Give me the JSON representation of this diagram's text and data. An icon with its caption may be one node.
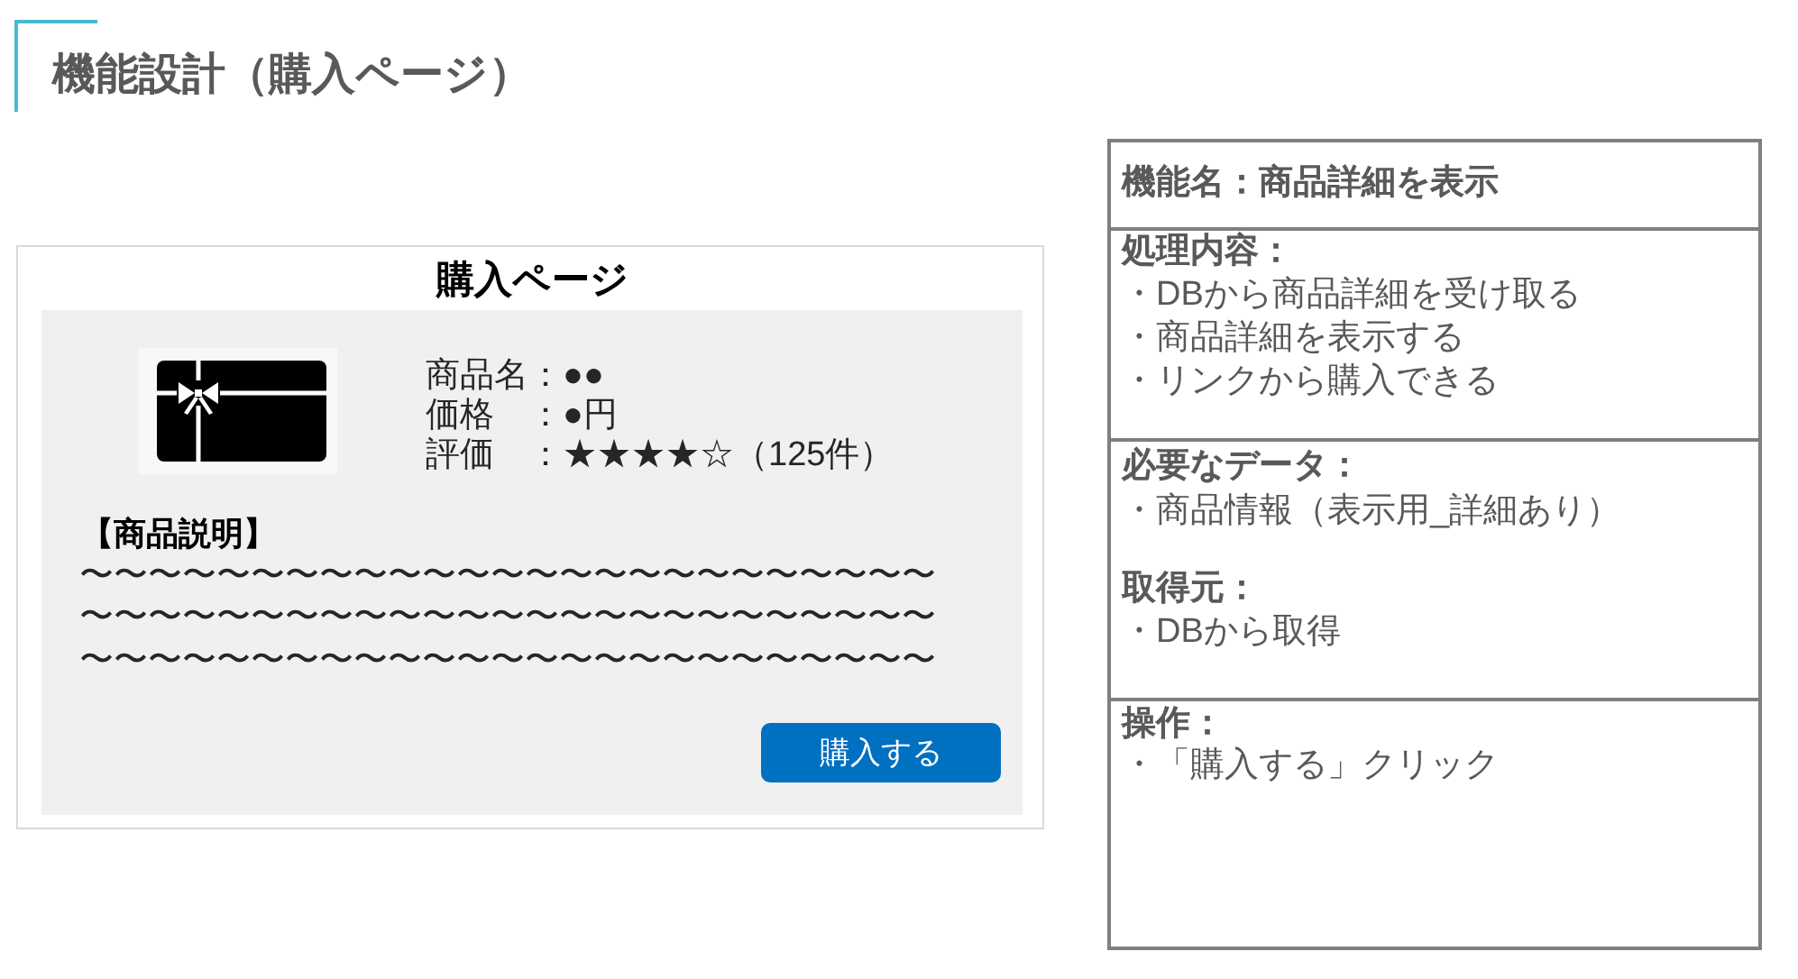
{
  "diagram": {
    "title": "機能設計（購入ページ）",
    "nodes": [
      {
        "text": [
          "購入ページ"
        ]
      },
      {
        "text": [
          "商品名：●●",
          "価格　：●円",
          "評価　：★★★★☆（125件）",
          "【商品説明】",
          "〜〜〜〜〜〜〜〜〜〜〜〜〜〜〜〜〜〜〜〜〜〜〜〜〜",
          "〜〜〜〜〜〜〜〜〜〜〜〜〜〜〜〜〜〜〜〜〜〜〜〜〜",
          "〜〜〜〜〜〜〜〜〜〜〜〜〜〜〜〜〜〜〜〜〜〜〜〜〜"
        ],
        "in": 0
      },
      {
        "text": [
          "購入する"
        ],
        "in": 1
      },
      {
        "text": [
          "機能名：商品詳細を表示"
        ]
      },
      {
        "text": [
          "処理内容：",
          "・DBから商品詳細を受け取る",
          "・商品詳細を表示する",
          "・リンクから購入できる"
        ]
      },
      {
        "text": [
          "必要なデータ：",
          "・商品情報（表示用_詳細あり）",
          "取得元：",
          "・DBから取得"
        ]
      },
      {
        "text": [
          "操作：",
          "・「購入する」クリック"
        ]
      }
    ]
  }
}
